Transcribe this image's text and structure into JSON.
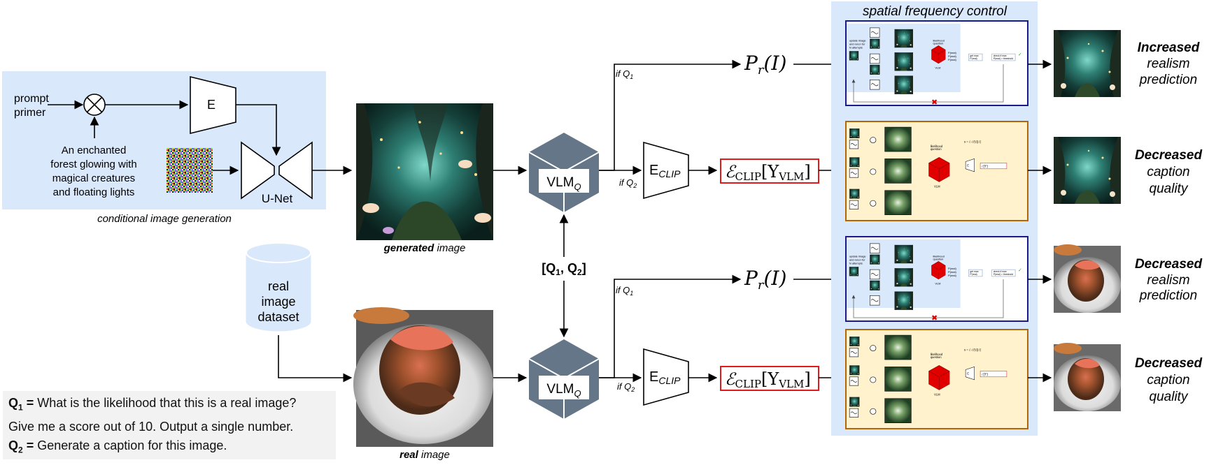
{
  "generation": {
    "prompt_primer": [
      "prompt",
      "primer"
    ],
    "encoder_label": "E",
    "prompt_text": [
      "An enchanted",
      "forest glowing with",
      "magical creatures",
      "and floating lights"
    ],
    "unet_label": "U-Net",
    "caption": "conditional image generation"
  },
  "images": {
    "generated_caption_bold": "generated",
    "generated_caption_rest": " image",
    "real_caption_bold": "real",
    "real_caption_rest": " image"
  },
  "dataset": {
    "label": [
      "real",
      "image",
      "dataset"
    ]
  },
  "vlm": {
    "label": "VLM",
    "subscript": "Q",
    "questions_label": "[Q",
    "q1_sub": "1",
    "q2_sub": "2",
    "questions_sep": ", Q",
    "questions_end": "]"
  },
  "branches": {
    "if_q1": "if Q",
    "if_q2": "if Q",
    "sub1": "1",
    "sub2": "2",
    "prob": "P",
    "prob_sub": "r",
    "prob_arg": "(I)",
    "eclip": "E",
    "eclip_sub": "CLIP",
    "clip_expr_E": "ℰ",
    "clip_expr_sub": "CLIP",
    "clip_expr_Y": "[Y",
    "clip_expr_ysub": "VLM",
    "clip_expr_end": "]"
  },
  "sfc": {
    "title": "spatial frequency control",
    "inner_labels": [
      "likelihood question",
      "get max P(real)",
      "check if max P(real) > threshold",
      "P(real)",
      "VLM",
      "E",
      "CLIP"
    ]
  },
  "outcomes": [
    {
      "line1": "Increased",
      "line2": "realism",
      "line3": "prediction"
    },
    {
      "line1": "Decreased",
      "line2": "caption",
      "line3": "quality"
    },
    {
      "line1": "Decreased",
      "line2": "realism",
      "line3": "prediction"
    },
    {
      "line1": "Decreased",
      "line2": "caption",
      "line3": "quality"
    }
  ],
  "questions": {
    "q1_label": "Q",
    "q1_sub": "1",
    "q1_eq": " = ",
    "q1_text": "What is the likelihood that this is a real image?",
    "q1_text2": "Give me a score out of 10. Output a single number.",
    "q2_label": "Q",
    "q2_sub": "2",
    "q2_eq": " = ",
    "q2_text": "Generate a caption for this image."
  },
  "colors": {
    "gen_panel": "#dae8fc",
    "sfc_panel": "#dae8fc",
    "realism_border": "#1a1a8c",
    "caption_border": "#b46504",
    "caption_fill": "#fff2cc",
    "clip_box": "#e11b1b",
    "vlm_cube": "#647687",
    "red_cube": "#e00000"
  }
}
